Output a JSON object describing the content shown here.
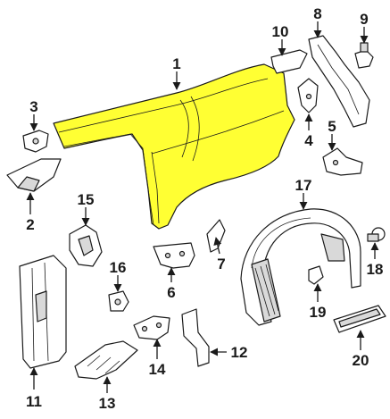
{
  "callouts": [
    "1",
    "2",
    "3",
    "4",
    "5",
    "6",
    "7",
    "8",
    "9",
    "10",
    "11",
    "12",
    "13",
    "14",
    "15",
    "16",
    "17",
    "18",
    "19",
    "20"
  ],
  "colors": {
    "highlight": "#ffff33",
    "line": "#1a1a1a",
    "part_fill": "#ffffff",
    "shade": "#d9d9d9"
  }
}
